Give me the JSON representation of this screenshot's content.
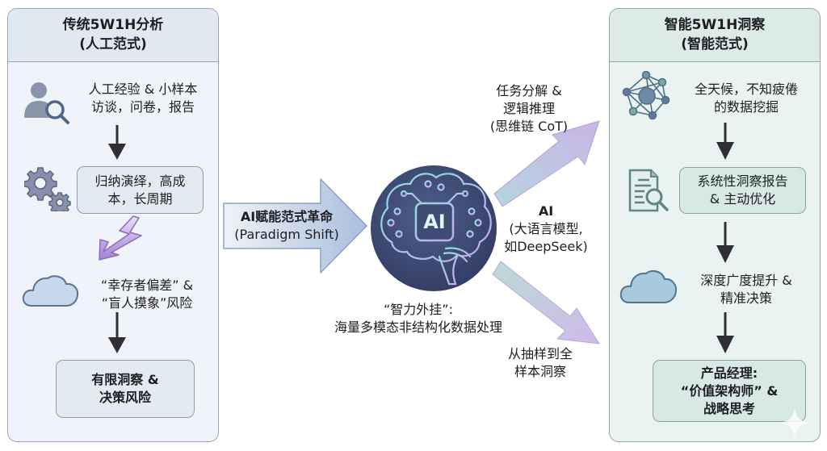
{
  "left_panel": {
    "title": "传统5W1H分析",
    "subtitle": "(人工范式)",
    "step1": {
      "icon": "user-search-icon",
      "line1": "人工经验 & 小样本",
      "line2": "访谈，问卷，报告"
    },
    "step2": {
      "icon": "gears-icon",
      "line1": "归纳演绎，高成",
      "line2": "本，长周期"
    },
    "step3": {
      "icon": "cloud-icon",
      "line1": "“幸存者偏差” &",
      "line2": "“盲人摸象”风险"
    },
    "step4": {
      "line1": "有限洞察 &",
      "line2": "决策风险"
    }
  },
  "center": {
    "shift_arrow": {
      "line1": "AI赋能范式革命",
      "line2": "(Paradigm Shift)"
    },
    "ai_core": {
      "badge": "AI",
      "icon": "ai-brain-icon"
    },
    "ai_label": {
      "line1": "AI",
      "line2": "(大语言模型,",
      "line3": "如DeepSeek)"
    },
    "plugin_label": {
      "line1": "“智力外挂”:",
      "line2": "海量多模态非结构化数据处理"
    },
    "upper_arrow_label": {
      "line1": "任务分解 &",
      "line2": "逻辑推理",
      "line3": "(思维链 CoT)"
    },
    "lower_arrow_label": {
      "line1": "从抽样到全",
      "line2": "样本洞察"
    }
  },
  "right_panel": {
    "title": "智能5W1H洞察",
    "subtitle": "(智能范式)",
    "step1": {
      "icon": "network-icon",
      "line1": "全天候，不知疲倦",
      "line2": "的数据挖掘"
    },
    "step2": {
      "icon": "document-search-icon",
      "line1": "系统性洞察报告",
      "line2": "& 主动优化"
    },
    "step3": {
      "icon": "cloud-icon",
      "line1": "深度广度提升 &",
      "line2": "精准决策"
    },
    "step4": {
      "line1": "产品经理:",
      "line2": "“价值架构师” &",
      "line3": "战略思考"
    }
  },
  "colors": {
    "left_panel_bg": "#f0f3f9",
    "right_panel_bg": "#eaf3f1",
    "ai_circle": "#3e4a74",
    "arrow_blue": "#b9cbe2",
    "arrow_purple": "#c8b6e4",
    "lightning": "#a98ad3"
  }
}
